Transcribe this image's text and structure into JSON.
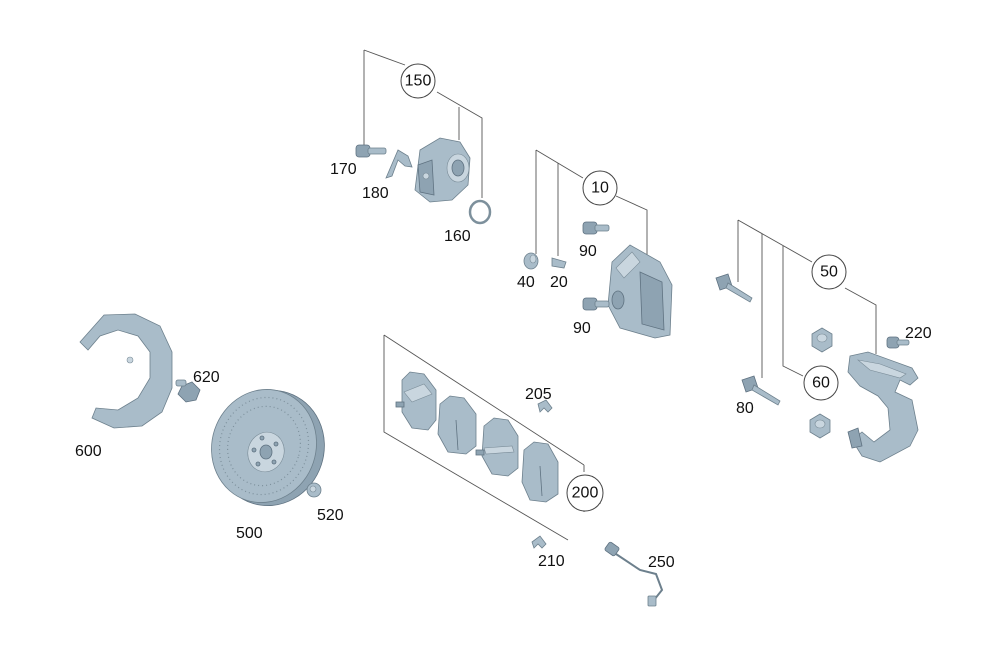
{
  "callouts": {
    "c150": "150",
    "c10": "10",
    "c50": "50",
    "c60": "60",
    "c200": "200"
  },
  "labels": {
    "l170": "170",
    "l180": "180",
    "l160": "160",
    "l90a": "90",
    "l40": "40",
    "l20": "20",
    "l90b": "90",
    "l220": "220",
    "l80": "80",
    "l620": "620",
    "l600": "600",
    "l205": "205",
    "l500": "500",
    "l520": "520",
    "l210": "210",
    "l250": "250"
  },
  "colors": {
    "part_fill": "#a9bcc9",
    "line": "#555555"
  }
}
